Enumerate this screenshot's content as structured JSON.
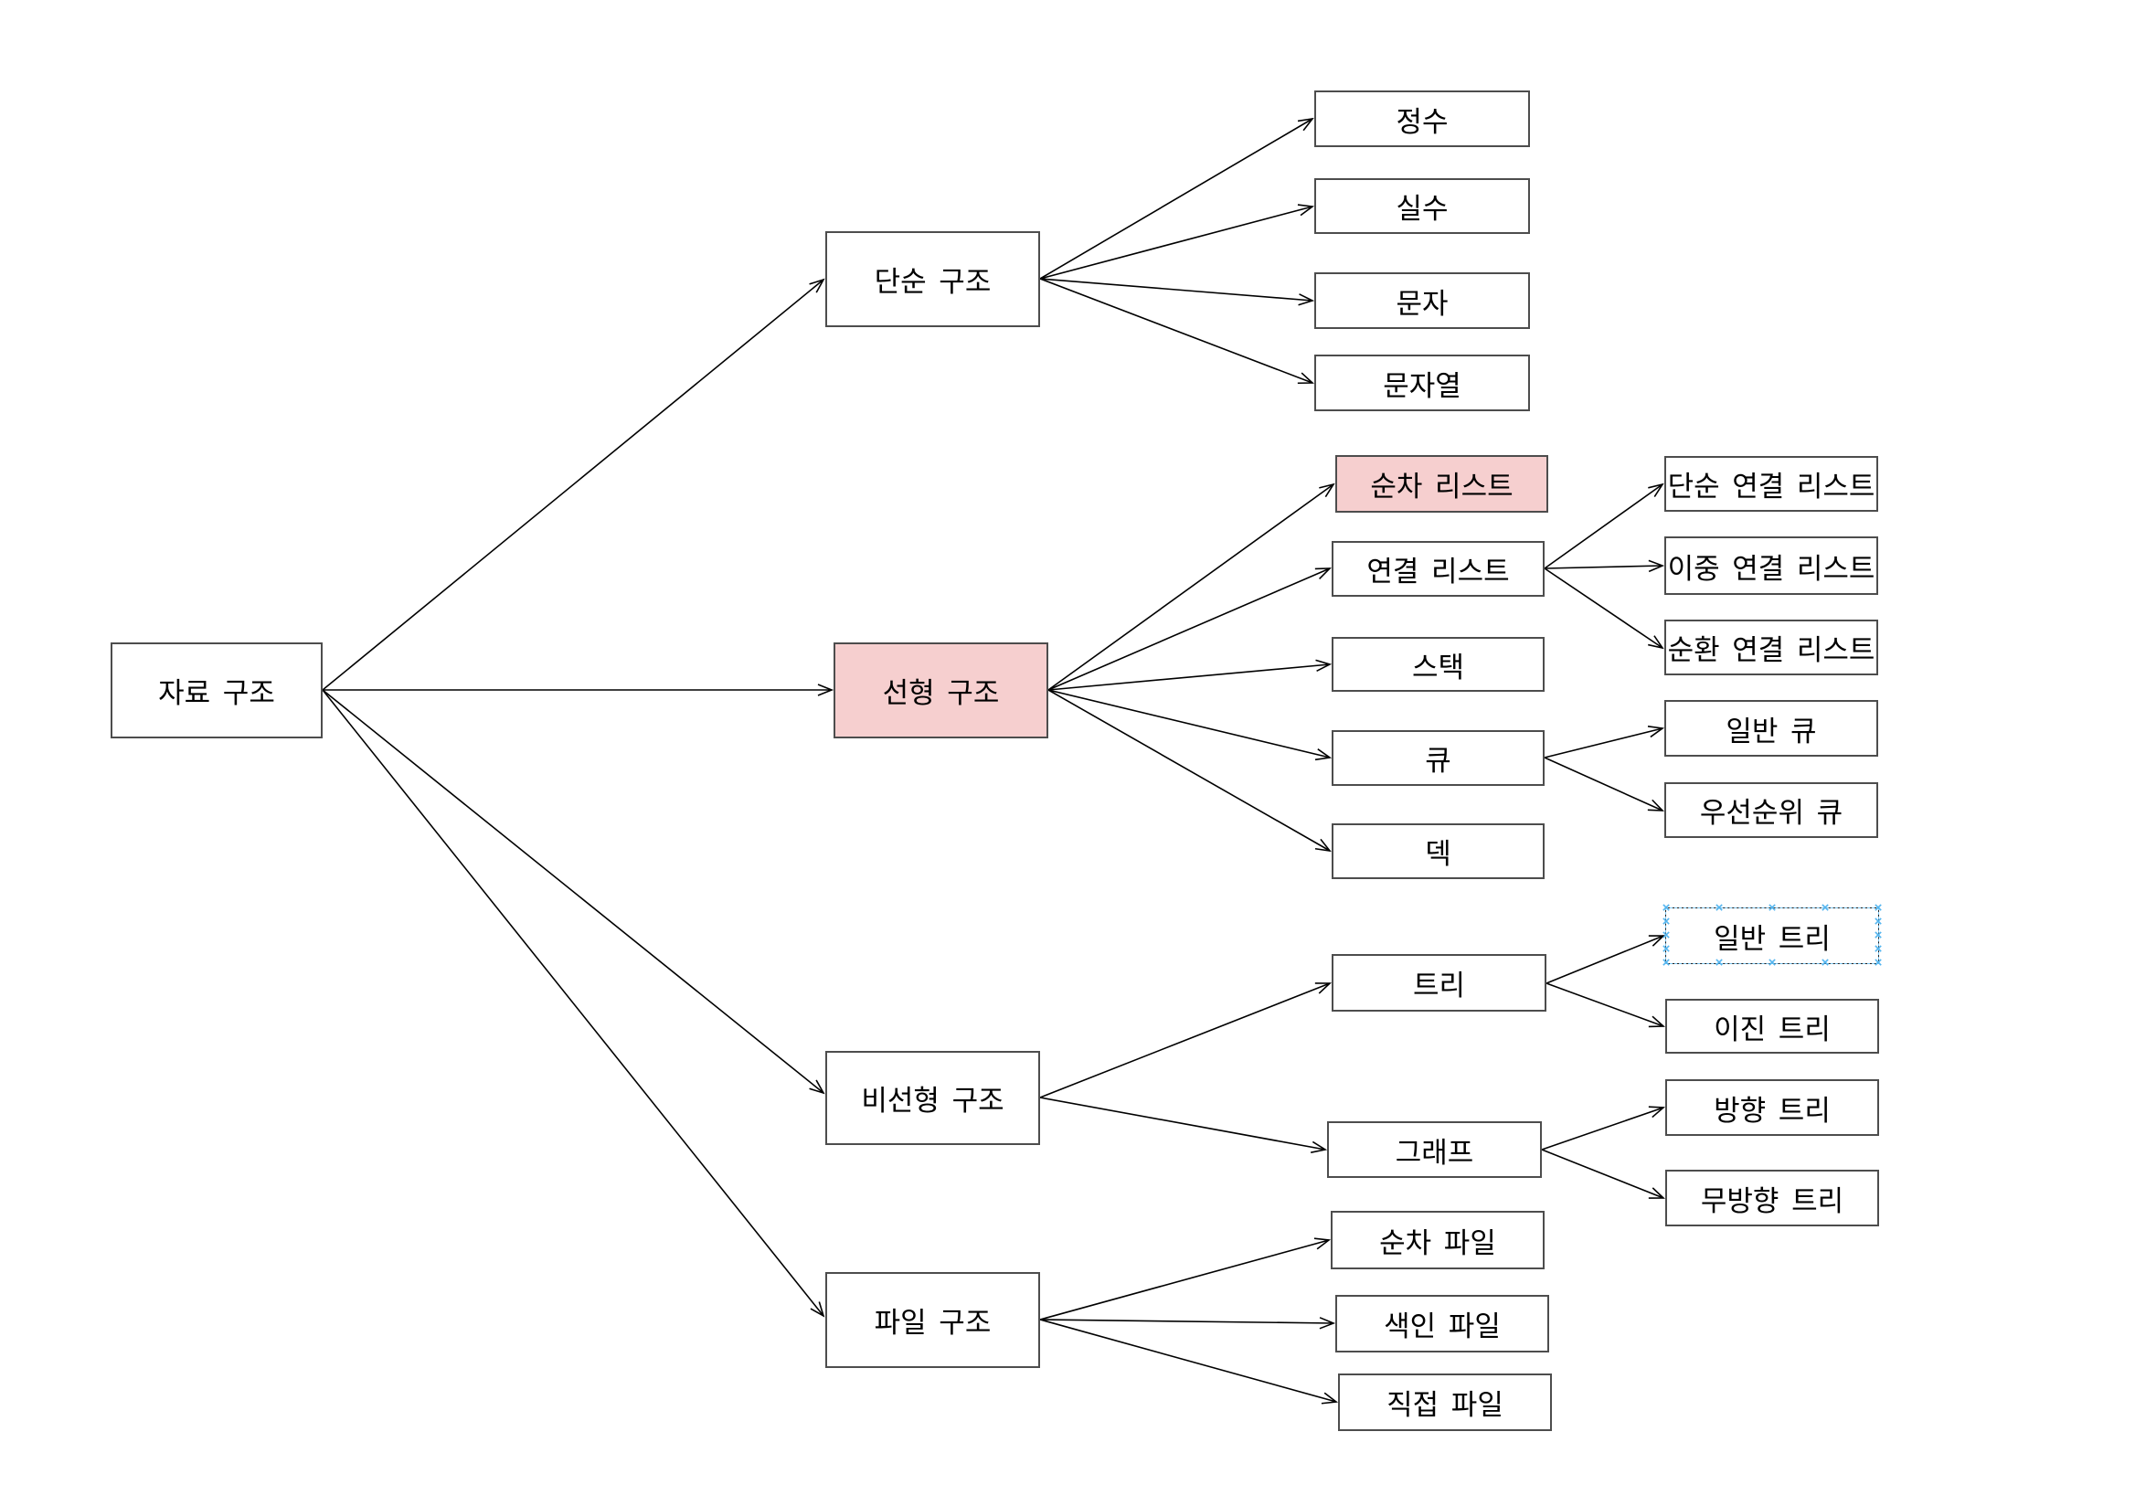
{
  "diagram": {
    "type": "tree-diagram",
    "language": "ko",
    "colors": {
      "background": "#ffffff",
      "box_fill": "#ffffff",
      "box_border": "#4d4d4d",
      "highlight_fill": "#f6cfcf",
      "connector": "#000000",
      "selection_handle": "#54b5ef"
    },
    "nodes": {
      "root": {
        "label": "자료 구조"
      },
      "simple": {
        "label": "단순 구조"
      },
      "linear": {
        "label": "선형 구조",
        "highlighted": true
      },
      "nonlinear": {
        "label": "비선형 구조"
      },
      "file": {
        "label": "파일 구조"
      },
      "integer": {
        "label": "정수"
      },
      "real": {
        "label": "실수"
      },
      "char": {
        "label": "문자"
      },
      "string": {
        "label": "문자열"
      },
      "seq_list": {
        "label": "순차 리스트",
        "highlighted": true
      },
      "linked_list": {
        "label": "연결 리스트"
      },
      "stack": {
        "label": "스택"
      },
      "queue": {
        "label": "큐"
      },
      "deque": {
        "label": "덱"
      },
      "singly_linked": {
        "label": "단순 연결 리스트"
      },
      "doubly_linked": {
        "label": "이중 연결 리스트"
      },
      "circular_linked": {
        "label": "순환 연결 리스트"
      },
      "general_queue": {
        "label": "일반 큐"
      },
      "priority_queue": {
        "label": "우선순위 큐"
      },
      "tree": {
        "label": "트리"
      },
      "graph": {
        "label": "그래프"
      },
      "general_tree": {
        "label": "일반 트리",
        "selected": true
      },
      "binary_tree": {
        "label": "이진 트리"
      },
      "directed_tree": {
        "label": "방향 트리"
      },
      "undirected_tree": {
        "label": "무방향 트리"
      },
      "seq_file": {
        "label": "순차 파일"
      },
      "index_file": {
        "label": "색인 파일"
      },
      "direct_file": {
        "label": "직접 파일"
      }
    },
    "edges": [
      {
        "from": "root",
        "to": "simple"
      },
      {
        "from": "root",
        "to": "linear"
      },
      {
        "from": "root",
        "to": "nonlinear"
      },
      {
        "from": "root",
        "to": "file"
      },
      {
        "from": "simple",
        "to": "integer"
      },
      {
        "from": "simple",
        "to": "real"
      },
      {
        "from": "simple",
        "to": "char"
      },
      {
        "from": "simple",
        "to": "string"
      },
      {
        "from": "linear",
        "to": "seq_list"
      },
      {
        "from": "linear",
        "to": "linked_list"
      },
      {
        "from": "linear",
        "to": "stack"
      },
      {
        "from": "linear",
        "to": "queue"
      },
      {
        "from": "linear",
        "to": "deque"
      },
      {
        "from": "linked_list",
        "to": "singly_linked"
      },
      {
        "from": "linked_list",
        "to": "doubly_linked"
      },
      {
        "from": "linked_list",
        "to": "circular_linked"
      },
      {
        "from": "queue",
        "to": "general_queue"
      },
      {
        "from": "queue",
        "to": "priority_queue"
      },
      {
        "from": "nonlinear",
        "to": "tree"
      },
      {
        "from": "nonlinear",
        "to": "graph"
      },
      {
        "from": "tree",
        "to": "general_tree"
      },
      {
        "from": "tree",
        "to": "binary_tree"
      },
      {
        "from": "graph",
        "to": "directed_tree"
      },
      {
        "from": "graph",
        "to": "undirected_tree"
      },
      {
        "from": "file",
        "to": "seq_file"
      },
      {
        "from": "file",
        "to": "index_file"
      },
      {
        "from": "file",
        "to": "direct_file"
      }
    ]
  }
}
